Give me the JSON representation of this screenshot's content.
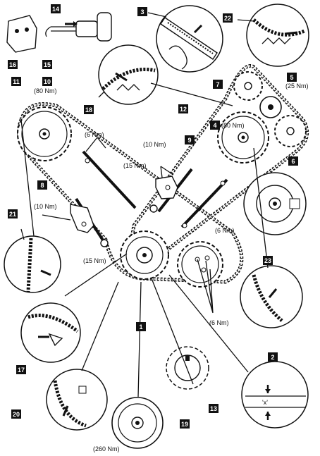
{
  "callouts": {
    "n1": "1",
    "n2": "2",
    "n3": "3",
    "n4": "4",
    "n5": "5",
    "n6": "6",
    "n7": "7",
    "n8": "8",
    "n9": "9",
    "n10": "10",
    "n11": "11",
    "n12": "12",
    "n13": "13",
    "n14": "14",
    "n15": "15",
    "n16": "16",
    "n17": "17",
    "n18": "18",
    "n19": "19",
    "n20": "20",
    "n21": "21",
    "n22": "22",
    "n23": "23"
  },
  "torques": {
    "t80_left": "(80 Nm)",
    "t80_right": "(80 Nm)",
    "t25": "(25 Nm)",
    "t6_top": "(6 Nm)",
    "t10_upper": "(10 Nm)",
    "t15_upper": "(15 Nm)",
    "t10_lower": "(10 Nm)",
    "t15_lower": "(15 Nm)",
    "t6_mid": "(6 Nm)",
    "t6_low": "(6 Nm)",
    "t260": "(260 Nm)"
  },
  "detail_text": {
    "x_mark": "'x'"
  },
  "colors": {
    "ink": "#111111",
    "paper": "#ffffff"
  }
}
